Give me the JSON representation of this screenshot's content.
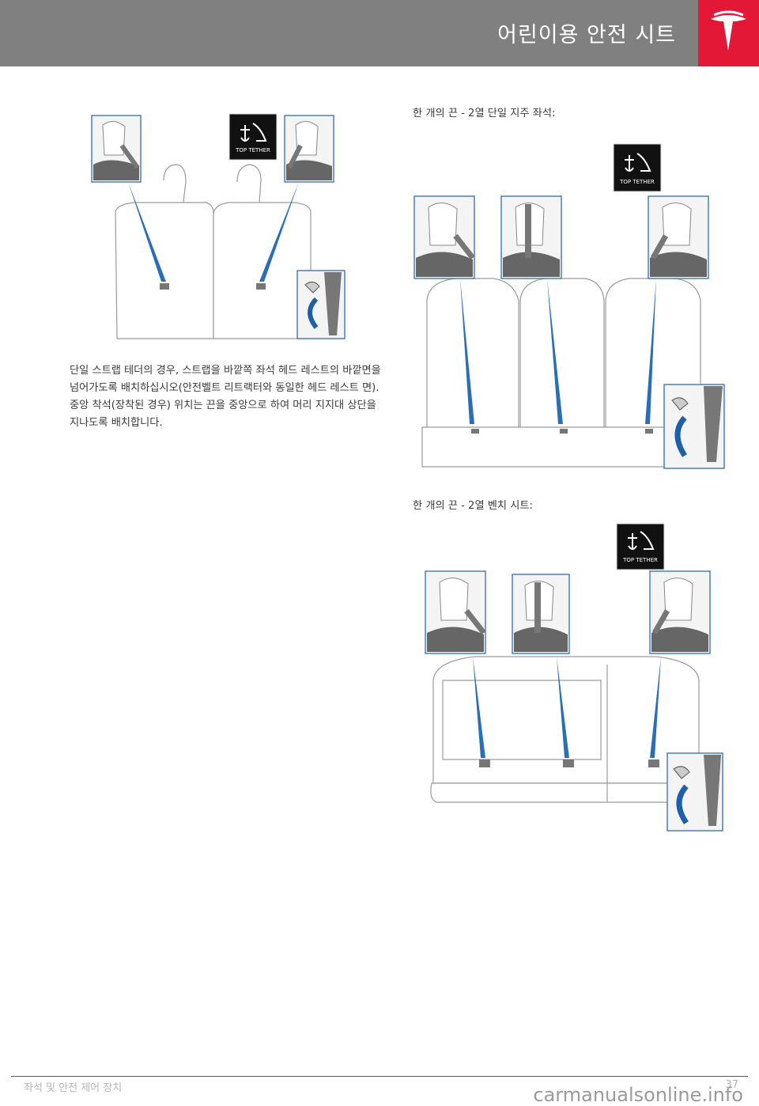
{
  "header": {
    "title": "어린이용 안전 시트",
    "brand_color": "#e31837",
    "bar_color": "#808080"
  },
  "fig1": {
    "tether_label": "TOP TETHER"
  },
  "body_text": "단일 스트랩 테더의 경우, 스트랩을 바깥쪽 좌석 헤드 레스트의 바깥면을 넘어가도록 배치하십시오(안전벨트 리트랙터와 동일한 헤드 레스트 면). 중앙 착석(장착된 경우) 위치는 끈을 중앙으로 하여 머리 지지대 상단을 지나도록 배치합니다.",
  "caption2": "한 개의 끈 - 2열 단일 지주 좌석:",
  "fig2": {
    "tether_label": "TOP TETHER"
  },
  "caption3": "한 개의 끈 - 2열 벤치 시트:",
  "fig3": {
    "tether_label": "TOP TETHER"
  },
  "footer": {
    "section": "좌석 및 안전 제어 장치",
    "page": "37"
  },
  "watermark": "carmanualsonline.info"
}
